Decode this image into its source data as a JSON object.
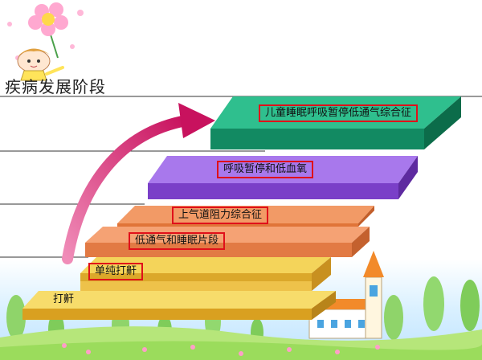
{
  "title": "疾病发展阶段",
  "stages": [
    {
      "label": "打鼾",
      "boxed": false,
      "color": "#f0c84a"
    },
    {
      "label": "单纯打鼾",
      "boxed": true,
      "color": "#f0c84a"
    },
    {
      "label": "低通气和睡眠片段",
      "boxed": true,
      "color": "#ee8a5a"
    },
    {
      "label": "上气道阻力综合征",
      "boxed": true,
      "color": "#ee8a5a"
    },
    {
      "label": "呼吸暂停和低血氧",
      "boxed": true,
      "color": "#8f5bd4"
    },
    {
      "label": "儿童睡眠呼吸暂停低通气综合征",
      "boxed": true,
      "color": "#1b9e7a"
    }
  ],
  "arrow_color": "#d6186c"
}
